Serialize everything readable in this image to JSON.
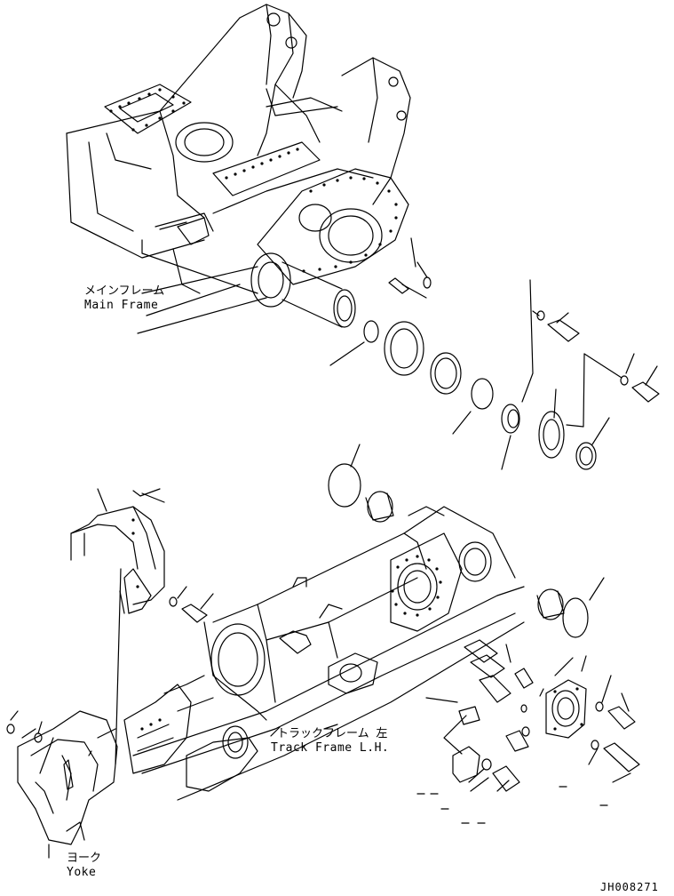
{
  "labels": {
    "main_frame_jp": "メインフレーム",
    "main_frame_en": "Main Frame",
    "track_frame_jp": "トラックフレーム 左",
    "track_frame_en": "Track Frame L.H.",
    "yoke_jp": "ヨーク",
    "yoke_en": "Yoke"
  },
  "drawing_code": "JH008271",
  "colors": {
    "line": "#000000",
    "background": "#ffffff"
  }
}
